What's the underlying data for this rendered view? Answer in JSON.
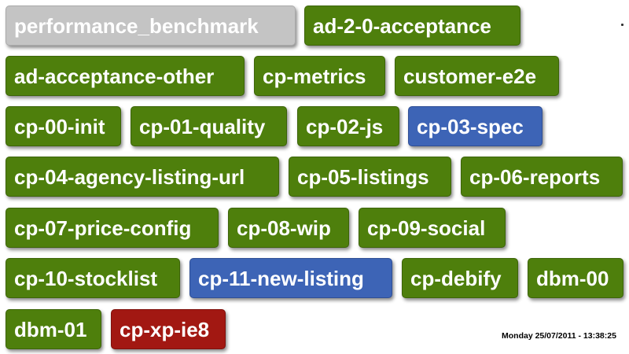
{
  "colors": {
    "green": "#4e7f0c",
    "gray": "#c4c4c4",
    "blue": "#3d64b6",
    "red": "#a21812"
  },
  "jobs": [
    {
      "label": "performance_benchmark",
      "status": "gray"
    },
    {
      "label": "ad-2-0-acceptance",
      "status": "green"
    },
    {
      "label": "ad-acceptance-other",
      "status": "green"
    },
    {
      "label": "cp-metrics",
      "status": "green"
    },
    {
      "label": "customer-e2e",
      "status": "green"
    },
    {
      "label": "cp-00-init",
      "status": "green"
    },
    {
      "label": "cp-01-quality",
      "status": "green"
    },
    {
      "label": "cp-02-js",
      "status": "green"
    },
    {
      "label": "cp-03-spec",
      "status": "blue"
    },
    {
      "label": "cp-04-agency-listing-url",
      "status": "green"
    },
    {
      "label": "cp-05-listings",
      "status": "green"
    },
    {
      "label": "cp-06-reports",
      "status": "green"
    },
    {
      "label": "cp-07-price-config",
      "status": "green"
    },
    {
      "label": "cp-08-wip",
      "status": "green"
    },
    {
      "label": "cp-09-social",
      "status": "green"
    },
    {
      "label": "cp-10-stocklist",
      "status": "green"
    },
    {
      "label": "cp-11-new-listing",
      "status": "blue"
    },
    {
      "label": "cp-debify",
      "status": "green"
    },
    {
      "label": "dbm-00",
      "status": "green"
    },
    {
      "label": "dbm-01",
      "status": "green"
    },
    {
      "label": "cp-xp-ie8",
      "status": "red"
    }
  ],
  "timestamp": "Monday 25/07/2011 - 13:38:25"
}
